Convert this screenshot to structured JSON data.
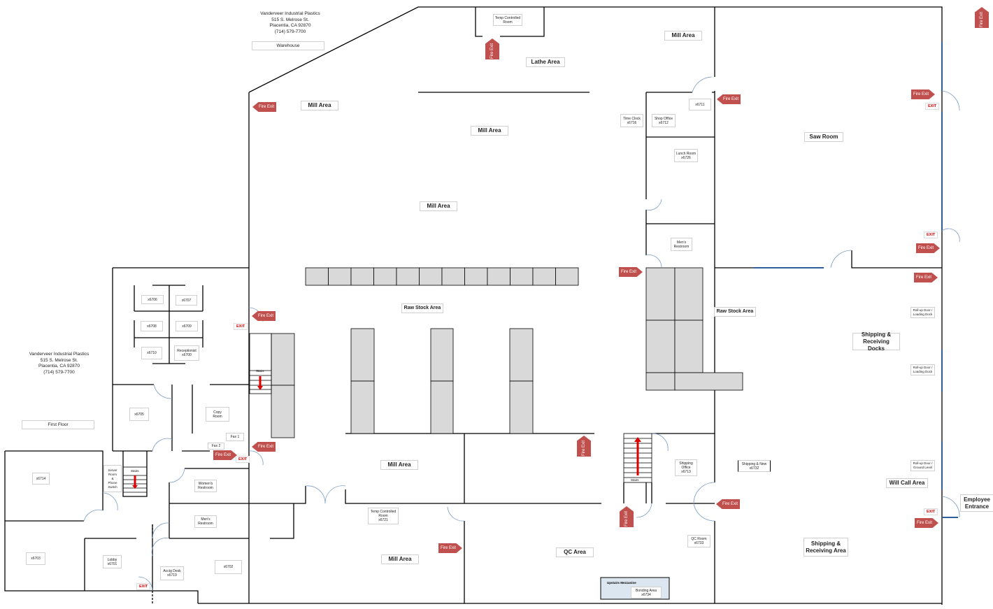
{
  "warehouse_address": {
    "company": "Vanderveer Industrial Plastics",
    "street": "515 S. Melrose St.",
    "city": "Placentia, CA  92870",
    "phone": "(714) 579-7700",
    "floor_label": "Warehouse"
  },
  "first_floor_address": {
    "company": "Vanderveer Industrial Plastics",
    "street": "515 S. Melrose St.",
    "city": "Placentia, CA  92870",
    "phone": "(714) 579-7700",
    "floor_label": "First Floor"
  },
  "areas": {
    "temp_room_top": "Temp Controlled\nRoom",
    "mill_top_right": "Mill Area",
    "lathe": "Lathe Area",
    "mill_left": "Mill Area",
    "mill_center": "Mill Area",
    "mill_mid": "Mill Area",
    "saw_room": "Saw Room",
    "raw_stock_left": "Raw Stock Area",
    "raw_stock_right": "Raw Stock Area",
    "shipping_docks": "Shipping &\nReceiving Docks",
    "mill_lower": "Mill Area",
    "mill_bottom": "Mill Area",
    "qc_area": "QC Area",
    "will_call": "Will Call Area",
    "shipping_area": "Shipping &\nReceiving Area",
    "employee_entrance": "Employee\nEntrance"
  },
  "rooms": {
    "x6706": "x6706",
    "x6707": "x6707",
    "x6708": "x6708",
    "x6709": "x6709",
    "x6710": "x6710",
    "receptionist": "Receptionist\nx6700",
    "x6705": "x6705",
    "copy_room": "Copy\nRoom",
    "fax1": "Fax 1",
    "fax2": "Fax 2",
    "x6714": "x6714",
    "server_room": "Server\nRoom\n&\nPhone\nSwitch",
    "womens_restroom": "Women's\nRestroom",
    "mens_restroom_office": "Men's\nRestroom",
    "x6703": "x6703",
    "lobby": "Lobby\nx6701",
    "acctg_desk": "Acctg Desk\nx6719",
    "x6702": "x6702",
    "time_clock": "Time Clock\nx6716",
    "shop_office": "Shop Office\nx6712",
    "x6711": "x6711",
    "lunch_room": "Lunch Room\nx6726",
    "mens_restroom_shop": "Men's\nRestroom",
    "temp_room_bottom": "Temp Controlled\nRoom\nx6721",
    "shipping_office": "Shipping\nOffice\nx6713",
    "shipping_new": "Shipping & New\nx6732",
    "qc_room": "QC Room\nx6733",
    "mezzanine": "Upstairs Mezzanine",
    "bonding_area": "Bonding Area\nx6734",
    "rollup1": "Roll-up Door /\nLoading Dock",
    "rollup2": "Roll-up Door /\nLoading Dock",
    "rollup3": "Roll-up Door /\nGround Level"
  },
  "signs": {
    "fire_exit": "Fire Exit",
    "exit": "EXIT",
    "stairs": "Stairs"
  },
  "colors": {
    "fire_exit": "#c0504d",
    "rack": "#d9d9d9",
    "door_exterior": "#2e5e9a",
    "mezzanine": "#dce6f1"
  }
}
